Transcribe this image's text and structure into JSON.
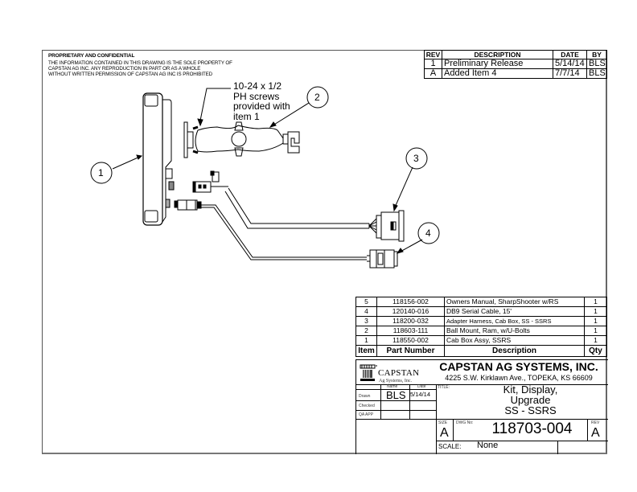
{
  "notice": {
    "heading": "PROPRIETARY AND CONFIDENTIAL",
    "lines": [
      "THE INFORMATION CONTAINED IN THIS DRAWING IS THE SOLE PROPERTY OF",
      "CAPSTAN AG INC. ANY REPRODUCTION IN PART OR AS A WHOLE",
      "WITHOUT WRITTEN PERMISSION OF CAPSTAN AG INC IS PROHIBITED"
    ]
  },
  "revision_table": {
    "headers": [
      "REV",
      "DESCRIPTION",
      "DATE",
      "BY"
    ],
    "rows": [
      {
        "rev": "1",
        "description": "Preliminary Release",
        "date": "5/14/14",
        "by": "BLS"
      },
      {
        "rev": "A",
        "description": "Added Item 4",
        "date": "7/7/14",
        "by": "BLS"
      }
    ]
  },
  "drawing": {
    "note_lines": [
      "10-24 x 1/2",
      "PH screws",
      "provided with",
      "item 1"
    ],
    "callouts": [
      "1",
      "2",
      "3",
      "4"
    ]
  },
  "bom": {
    "headers": [
      "Item",
      "Part Number",
      "Description",
      "Qty"
    ],
    "rows": [
      {
        "item": "5",
        "part": "118156-002",
        "description": "Owners Manual, SharpShooter w/RS",
        "qty": "1"
      },
      {
        "item": "4",
        "part": "120140-016",
        "description": "DB9 Serial Cable, 15'",
        "qty": "1"
      },
      {
        "item": "3",
        "part": "118200-032",
        "description": "Adapter Harness, Cab Box, SS - SSRS",
        "qty": "1"
      },
      {
        "item": "2",
        "part": "118603-111",
        "description": "Ball Mount, Ram, w/U-Bolts",
        "qty": "1"
      },
      {
        "item": "1",
        "part": "118550-002",
        "description": "Cab Box Assy, SSRS",
        "qty": "1"
      }
    ]
  },
  "title_block": {
    "logo_name": "CAPSTAN",
    "logo_sub": "Ag Systems, Inc.",
    "company": "CAPSTAN AG SYSTEMS, INC.",
    "address": "4225 S.W. Kirklawn Ave., TOPEKA, KS 66609",
    "name_label": "Name",
    "date_label": "Date",
    "drawn_label": "Drawn",
    "checked_label": "Checked",
    "qa_label": "QA APP",
    "drawn_name": "BLS",
    "drawn_date": "5/14/14",
    "title_label": "TITLE:",
    "title_lines": [
      "Kit, Display,",
      "Upgrade",
      "SS - SSRS"
    ],
    "size_label": "SIZE",
    "size": "A",
    "dwg_label": "DWG No:",
    "dwg_no": "118703-004",
    "rev_label": "REV",
    "rev": "A",
    "scale_label": "SCALE:",
    "scale": "None"
  }
}
